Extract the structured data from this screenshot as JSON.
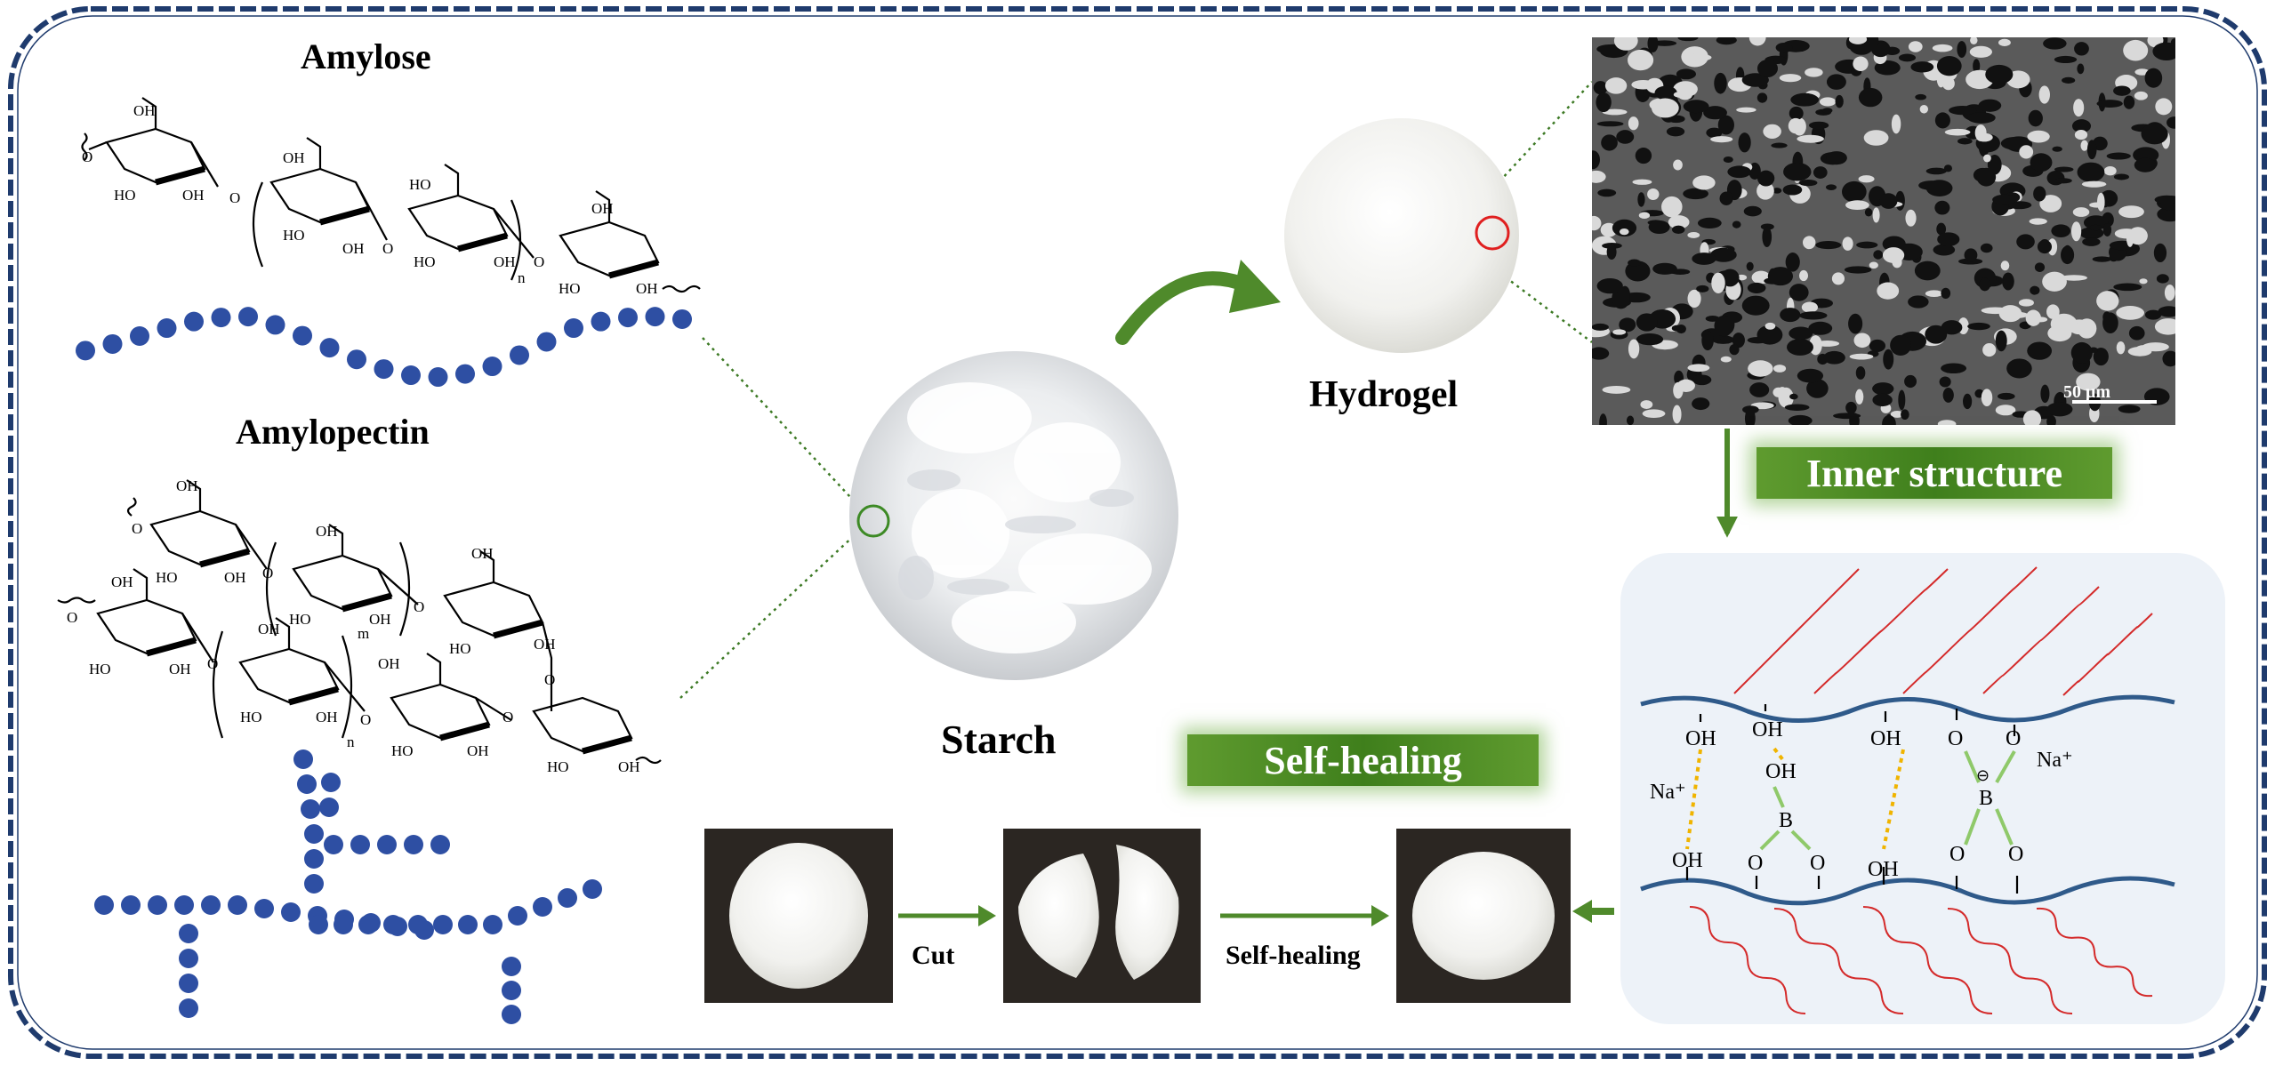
{
  "labels": {
    "amylose": "Amylose",
    "amylopectin": "Amylopectin",
    "starch": "Starch",
    "hydrogel": "Hydrogel",
    "inner_structure": "Inner structure",
    "self_healing_banner": "Self-healing",
    "cut": "Cut",
    "self_healing_arrow": "Self-healing",
    "scale_bar": "50 μm"
  },
  "chem": {
    "oh": "OH",
    "ho": "HO",
    "o": "O",
    "b": "B",
    "na": "Na⁺",
    "n": "n",
    "m": "m",
    "minus": "⊖"
  },
  "colors": {
    "bead_blue": "#2e4fa3",
    "arrow_green": "#4f8a2b",
    "banner_green": "#3f7f1c",
    "chain_blue": "#2f5a8a",
    "wave_red": "#d42a2a",
    "hbond_yellow": "#f0b400",
    "bond_green": "#8fc96a",
    "panel_bg": "#edf2f8",
    "border_navy": "#1f3b6d"
  }
}
